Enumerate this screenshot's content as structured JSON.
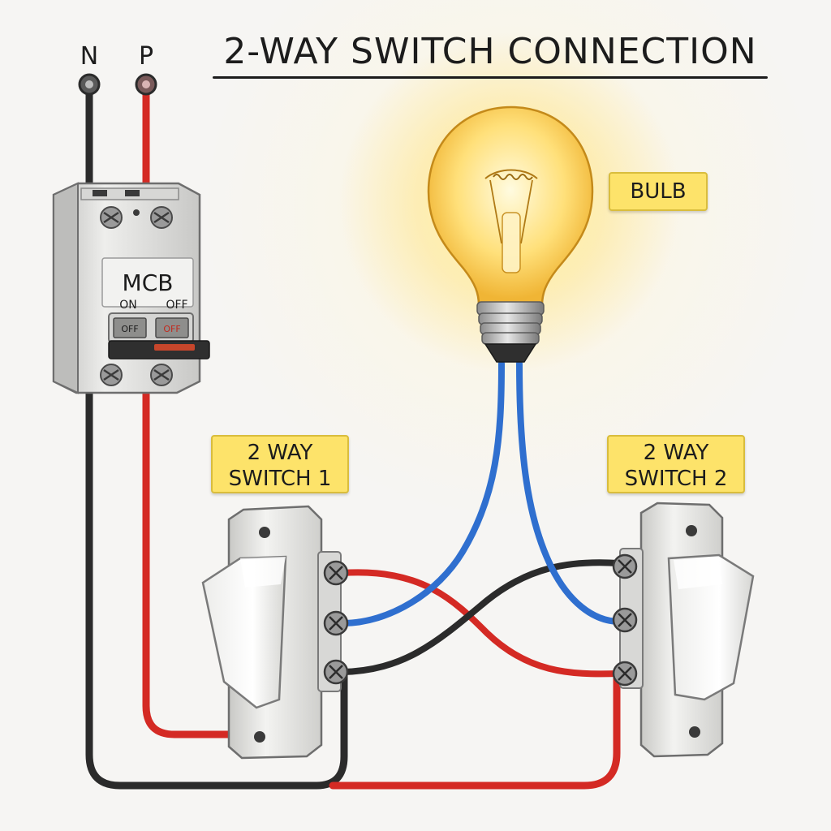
{
  "title": "2-WAY SWITCH CONNECTION",
  "supply": {
    "neutral_label": "N",
    "phase_label": "P"
  },
  "mcb": {
    "label": "MCB",
    "on_label": "ON",
    "off_label": "OFF",
    "left_toggle_text": "OFF",
    "right_toggle_text": "OFF"
  },
  "bulb": {
    "label": "BULB"
  },
  "switch_1": {
    "label_line1": "2 WAY",
    "label_line2": "SWITCH 1"
  },
  "switch_2": {
    "label_line1": "2 WAY",
    "label_line2": "SWITCH 2"
  },
  "colors": {
    "neutral_wire": "#2b2b2b",
    "phase_wire": "#d42a24",
    "bulb_wire": "#2f6fcf",
    "label_background": "#fde36a",
    "bulb_glow": "#ffd84a"
  }
}
